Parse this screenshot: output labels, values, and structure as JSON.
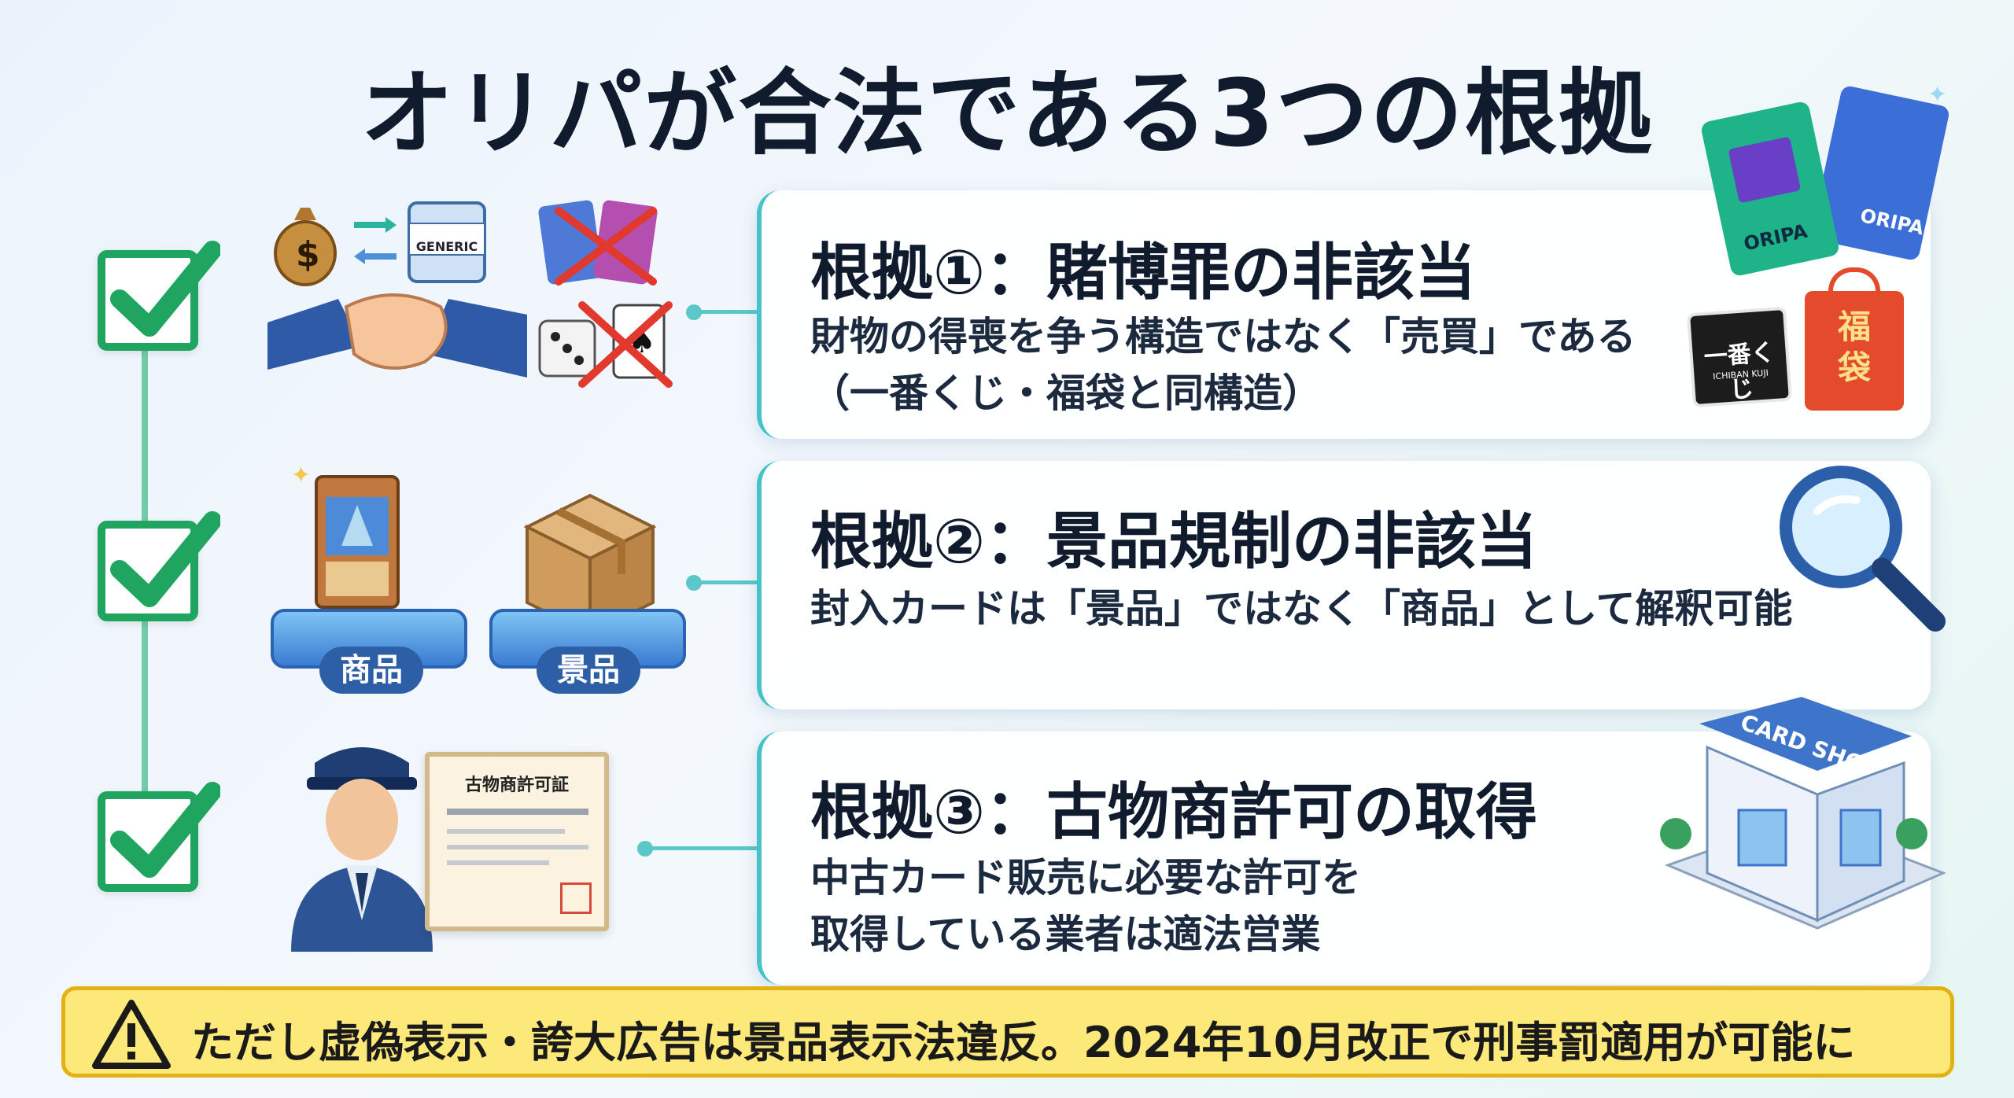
{
  "title": "オリパが合法である3つの根拠",
  "items": [
    {
      "heading": "根拠①：賭博罪の非該当",
      "line1": "財物の得喪を争う構造ではなく「売買」である",
      "line2": "（一番くじ・福袋と同構造）"
    },
    {
      "heading": "根拠②：景品規制の非該当",
      "line1": "封入カードは「景品」ではなく「商品」として解釈可能",
      "line2": ""
    },
    {
      "heading": "根拠③：古物商許可の取得",
      "line1": "中古カード販売に必要な許可を",
      "line2": "取得している業者は適法営業"
    }
  ],
  "illustrations": {
    "generic_label": "GENERIC",
    "product_label": "商品",
    "prize_label": "景品",
    "license_title": "古物商許可証",
    "oripa_label": "ORIPA",
    "ichiban_label": "一番くじ",
    "ichiban_sub": "ICHIBAN KUJI",
    "fukubukuro_label": "福袋",
    "shop_sign": "CARD SHOP"
  },
  "warning": "ただし虚偽表示・誇大広告は景品表示法違反。2024年10月改正で刑事罰適用が可能に",
  "colors": {
    "check": "#20a560",
    "accent": "#46c3c9",
    "warning_bg": "#fde97a",
    "title": "#101c2e"
  }
}
